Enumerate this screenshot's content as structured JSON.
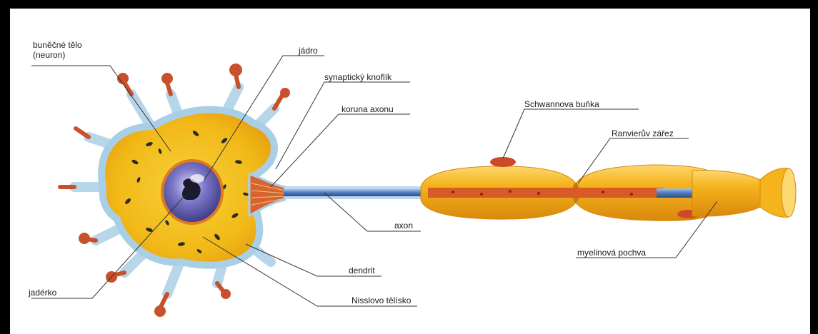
{
  "labels": {
    "cell_body_line1": "buněčné tělo",
    "cell_body_line2": "(neuron)",
    "nucleus": "jádro",
    "synaptic_knob": "synaptický knoflík",
    "axon_hillock": "koruna axonu",
    "schwann_cell": "Schwannova buňka",
    "node_of_ranvier": "Ranvierův zářez",
    "axon": "axon",
    "myelin_sheath": "myelinová pochva",
    "dendrite": "dendrit",
    "nucleolus": "jadérko",
    "nissl_body": "Nisslovo tělísko"
  },
  "colors": {
    "cytoplasm": "#f4c21a",
    "membrane": "#a9cfe6",
    "dendrite_tip": "#c8502a",
    "nucleus": "#6c68b8",
    "myelin": "#f2a814",
    "axon": "#5b86c4",
    "leader_line": "#333333"
  }
}
